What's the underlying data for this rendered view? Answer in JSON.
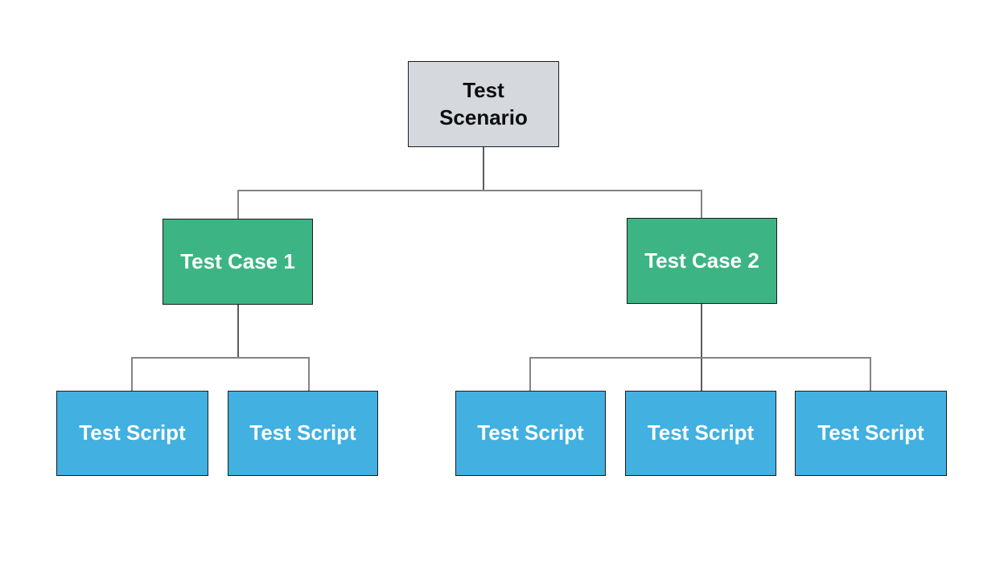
{
  "diagram": {
    "type": "tree",
    "nodes": {
      "scenario": {
        "label": "Test Scenario",
        "level": "root"
      },
      "case1": {
        "label": "Test Case 1",
        "level": "middle",
        "parent": "scenario"
      },
      "case2": {
        "label": "Test Case 2",
        "level": "middle",
        "parent": "scenario"
      },
      "script1": {
        "label": "Test Script",
        "level": "leaf",
        "parent": "case1"
      },
      "script2": {
        "label": "Test Script",
        "level": "leaf",
        "parent": "case1"
      },
      "script3": {
        "label": "Test Script",
        "level": "leaf",
        "parent": "case2"
      },
      "script4": {
        "label": "Test Script",
        "level": "leaf",
        "parent": "case2"
      },
      "script5": {
        "label": "Test Script",
        "level": "leaf",
        "parent": "case2"
      }
    },
    "colors": {
      "background": "#ffffff",
      "scenario_fill": "#d5d9dd",
      "scenario_text": "#0d0d0d",
      "case_fill": "#3db483",
      "script_fill": "#42b0e0",
      "node_text": "#ffffff",
      "node_border": "#1c1c1c",
      "connector": "#848484",
      "stem": "#333333"
    }
  }
}
